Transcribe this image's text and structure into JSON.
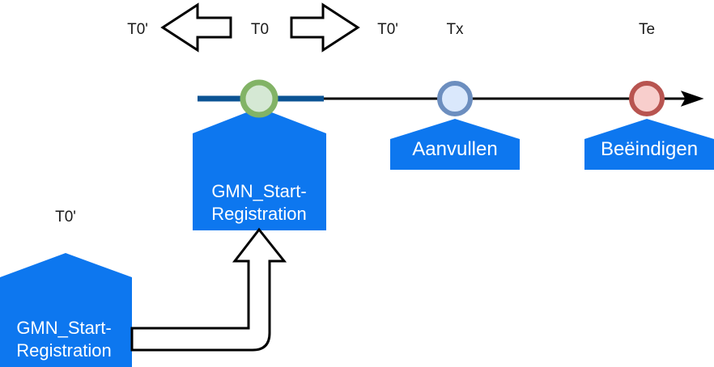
{
  "diagram": {
    "title_labels": {
      "t0_prime_left": "T0'",
      "t0": "T0",
      "t0_prime_right": "T0'",
      "tx": "Tx",
      "te": "Te",
      "t0_prime_bottom": "T0'"
    },
    "colors": {
      "process_blue": "#0d77ef",
      "timeline_blue": "#0b5394",
      "timeline_black": "#000000",
      "green_stroke": "#82b366",
      "green_fill": "#d5e8d4",
      "blue_stroke": "#6c8ebf",
      "blue_fill": "#dae8fc",
      "red_stroke": "#b85450",
      "red_fill": "#f8cecc",
      "label_text": "#1a1a1a",
      "banner_text": "#ffffff"
    },
    "arrows": {
      "left_block_arrow": "left-block-arrow",
      "right_block_arrow": "right-block-arrow",
      "connector_block_arrow": "connector-block-arrow",
      "timeline_arrowhead": "timeline-arrowhead"
    },
    "timeline": {
      "nodes": [
        {
          "name": "start-node",
          "label": "T0",
          "color": "green"
        },
        {
          "name": "supplement-node",
          "label": "Tx",
          "color": "blue"
        },
        {
          "name": "end-node",
          "label": "Te",
          "color": "red"
        }
      ]
    },
    "banners": [
      {
        "name": "gmn-start-registration-banner",
        "line1": "GMN_Start-",
        "line2": "Registration"
      },
      {
        "name": "aanvullen-banner",
        "line1": "Aanvullen",
        "line2": ""
      },
      {
        "name": "beeindigen-banner",
        "line1": "Beëindigen",
        "line2": ""
      },
      {
        "name": "gmn-start-registration-prime-banner",
        "line1": "GMN_Start-",
        "line2": "Registration"
      }
    ]
  }
}
